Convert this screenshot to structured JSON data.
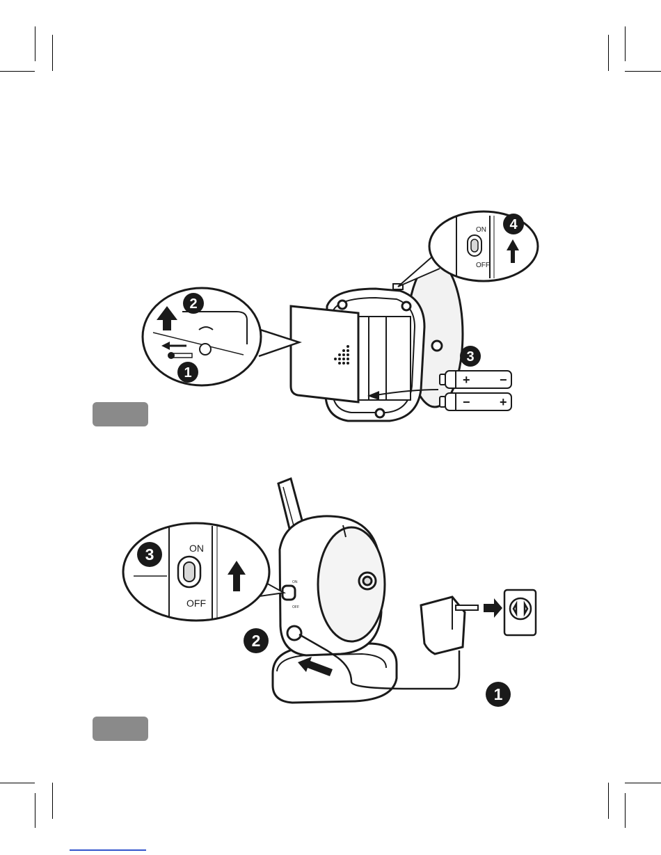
{
  "figure1": {
    "steps": [
      "1",
      "2",
      "3",
      "4"
    ],
    "switch_on": "ON",
    "switch_off": "OFF",
    "battery_plus": "+",
    "battery_minus": "−"
  },
  "figure2": {
    "steps": [
      "1",
      "2",
      "3"
    ],
    "switch_on": "ON",
    "switch_off": "OFF",
    "camera_switch_on": "ON",
    "camera_switch_off": "OFF"
  },
  "colors": {
    "tag_gray": "#8a8a8a",
    "line": "#1a1a1a",
    "accent_underline": "#3355cc"
  },
  "icons": [
    "arrow-up-icon",
    "arrow-right-icon",
    "screw-icon",
    "battery-icon",
    "power-outlet-icon",
    "power-adapter-icon"
  ]
}
